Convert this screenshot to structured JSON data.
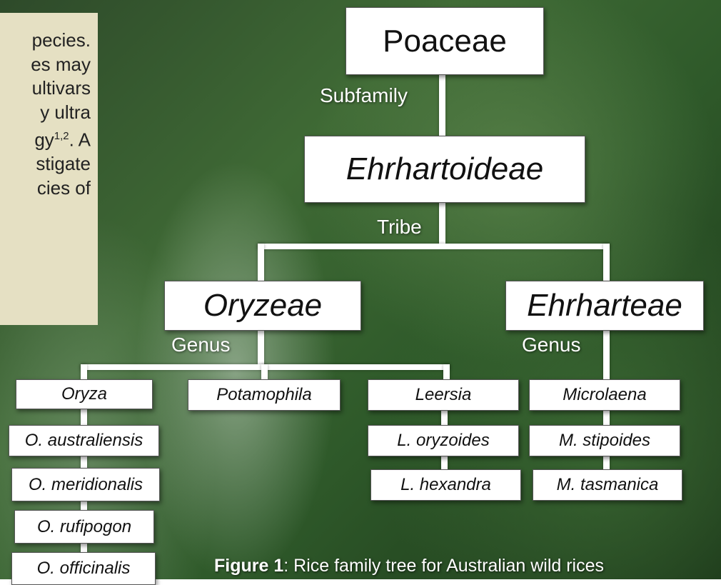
{
  "intro_text": {
    "lines": [
      "pecies.",
      "es may",
      "ultivars",
      "y ultra",
      "gy",
      ". A",
      "stigate",
      "cies of"
    ],
    "superscript": "1,2"
  },
  "tree": {
    "family": "Poaceae",
    "subfamily_label": "Subfamily",
    "subfamily": "Ehrhartoideae",
    "tribe_label": "Tribe",
    "tribes": [
      {
        "name": "Oryzeae",
        "genus_label": "Genus",
        "genera": [
          {
            "name": "Oryza",
            "species": [
              "O. australiensis",
              "O. meridionalis",
              "O. rufipogon",
              "O. officinalis"
            ]
          },
          {
            "name": "Potamophila",
            "species": []
          },
          {
            "name": "Leersia",
            "species": [
              "L. oryzoides",
              "L. hexandra"
            ]
          }
        ]
      },
      {
        "name": "Ehrharteae",
        "genus_label": "Genus",
        "genera": [
          {
            "name": "Microlaena",
            "species": [
              "M. stipoides",
              "M. tasmanica"
            ]
          }
        ]
      }
    ]
  },
  "caption": {
    "label": "Figure 1",
    "text": ": Rice family tree for Australian wild rices"
  }
}
